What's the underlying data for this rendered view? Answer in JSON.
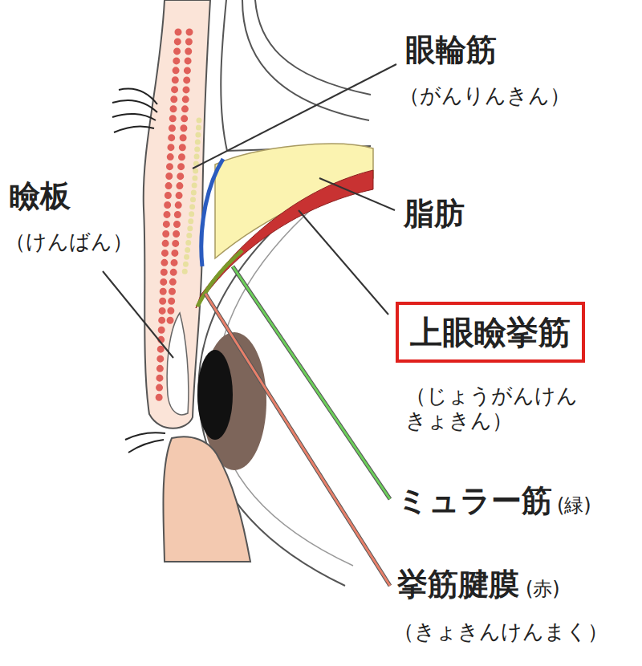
{
  "diagram": {
    "nodes": [
      {
        "text": [
          "上眼瞼挙筋"
        ]
      }
    ],
    "labels": [
      "眼輪筋",
      "（がんりんきん）",
      "瞼板",
      "（けんばん）",
      "脂肪",
      "（じょうがんけん きょきん）",
      "ミュラー筋",
      "(緑)",
      "挙筋腱膜",
      "(赤)",
      "（きょきんけんまく）"
    ]
  }
}
